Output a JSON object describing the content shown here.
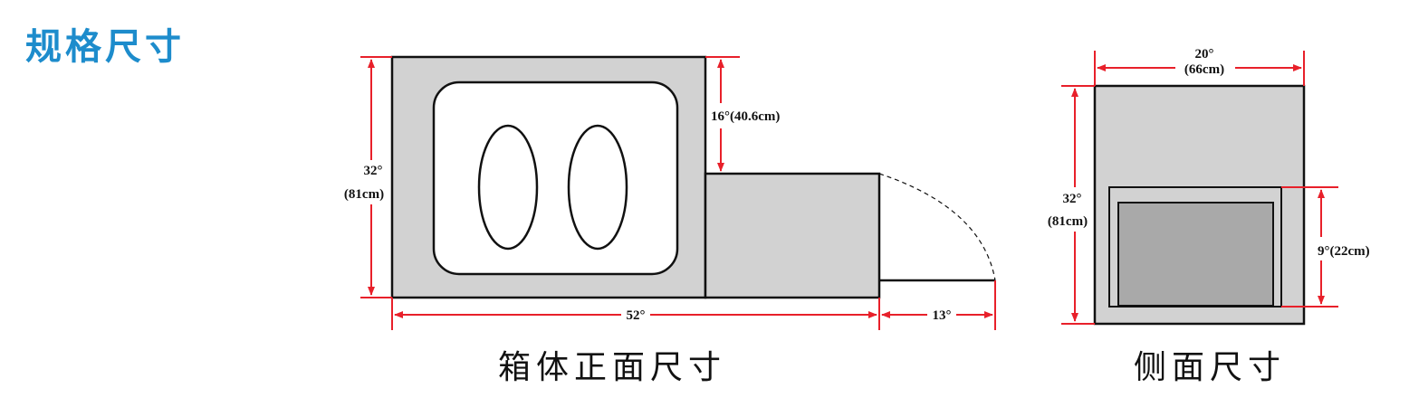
{
  "heading": {
    "text": "规格尺寸",
    "color": "#1d8ccc"
  },
  "colors": {
    "dimension_line": "#e8202a",
    "body_fill": "#d2d2d2",
    "panel_fill": "#ffffff",
    "inner_fill": "#a9a9a9",
    "outline": "#111111"
  },
  "front_view": {
    "caption": "箱体正面尺寸",
    "height_label_in": "32°",
    "height_label_cm": "(81cm)",
    "step_height_label": "16°(40.6cm)",
    "width_label": "52°",
    "door_label": "13°"
  },
  "side_view": {
    "caption": "侧面尺寸",
    "width_label_in": "20°",
    "width_label_cm": "(66cm)",
    "height_label_in": "32°",
    "height_label_cm": "(81cm)",
    "opening_label": "9°(22cm)"
  }
}
